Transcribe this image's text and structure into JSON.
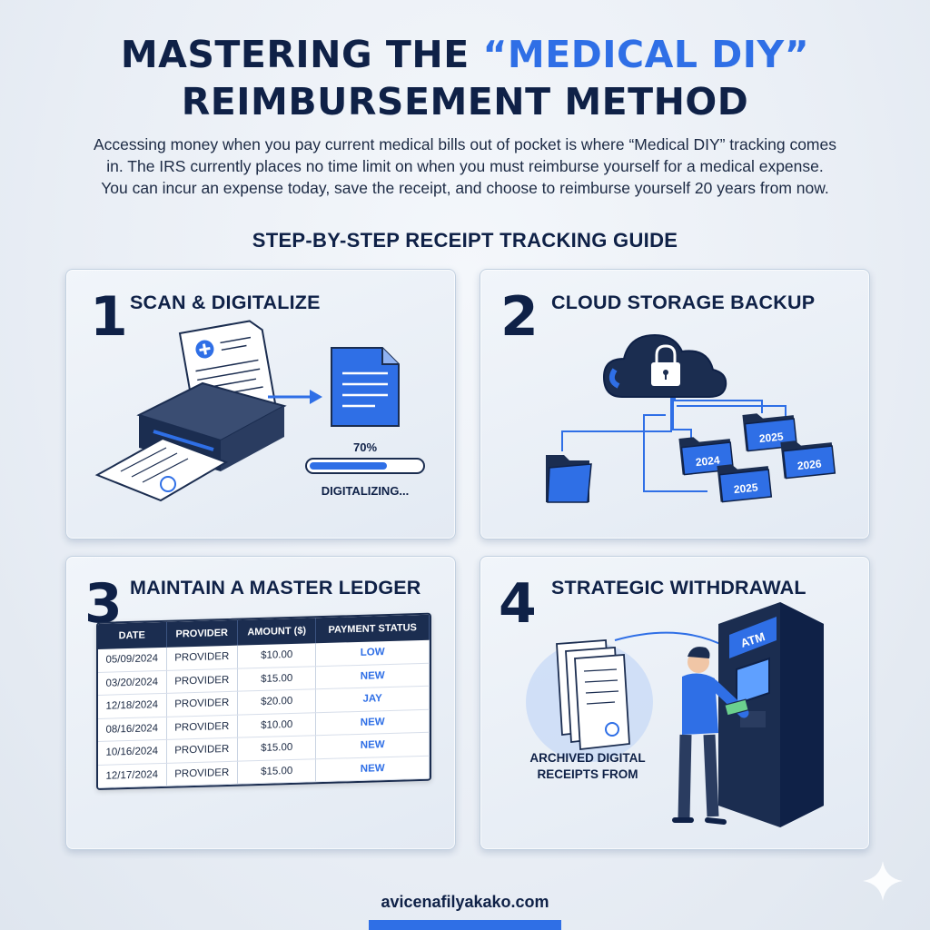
{
  "header": {
    "title_line1_pre": "MASTERING  THE ",
    "title_line1_highlight": "“MEDICAL DIY”",
    "title_line2": "REIMBURSEMENT METHOD",
    "intro_line1": "Accessing money when you pay current medical bills out of pocket is where “Medical DIY” tracking comes",
    "intro_line2": "in. The IRS currently places no time limit on when you must reimburse yourself for a medical expense.",
    "intro_line3": "You can incur an expense today, save the receipt, and choose to reimburse yourself 20 years from now."
  },
  "guide_title": "STEP-BY-STEP RECEIPT TRACKING GUIDE",
  "steps": [
    {
      "number": "1",
      "title": "SCAN & DIGITALIZE",
      "progress_label": "70%",
      "progress": 0.7,
      "status": "DIGITALIZING..."
    },
    {
      "number": "2",
      "title": "CLOUD STORAGE BACKUP",
      "folders": [
        "2024",
        "2025",
        "2025",
        "2026"
      ]
    },
    {
      "number": "3",
      "title": "MAINTAIN A MASTER LEDGER"
    },
    {
      "number": "4",
      "title": "STRATEGIC WITHDRAWAL",
      "atm_label": "ATM",
      "caption_line1": "ARCHIVED DIGITAL",
      "caption_line2": "RECEIPTS FROM"
    }
  ],
  "ledger": {
    "columns": [
      "DATE",
      "PROVIDER",
      "AMOUNT ($)",
      "PAYMENT STATUS"
    ],
    "rows": [
      [
        "05/09/2024",
        "PROVIDER",
        "$10.00",
        "LOW"
      ],
      [
        "03/20/2024",
        "PROVIDER",
        "$15.00",
        "NEW"
      ],
      [
        "12/18/2024",
        "PROVIDER",
        "$20.00",
        "JAY"
      ],
      [
        "08/16/2024",
        "PROVIDER",
        "$10.00",
        "NEW"
      ],
      [
        "10/16/2024",
        "PROVIDER",
        "$15.00",
        "NEW"
      ],
      [
        "12/17/2024",
        "PROVIDER",
        "$15.00",
        "NEW"
      ]
    ]
  },
  "footer": {
    "site": "avicenafilyakako.com"
  },
  "colors": {
    "navy": "#0f2147",
    "accent": "#2f6fe6",
    "dark_panel": "#1b2d50"
  },
  "icons": [
    "printer-icon",
    "receipt-icon",
    "document-icon",
    "arrow-right-icon",
    "cloud-icon",
    "lock-icon",
    "folder-icon",
    "atm-icon",
    "person-icon",
    "sparkle-icon"
  ]
}
